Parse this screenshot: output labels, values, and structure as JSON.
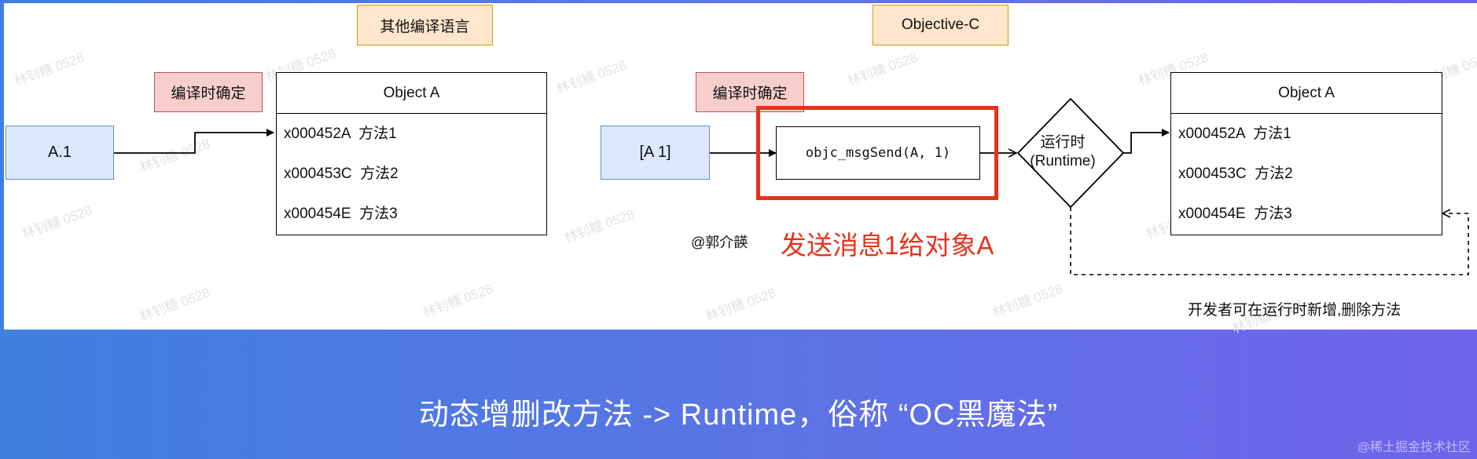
{
  "watermark": "林钊糖 0528",
  "left": {
    "header": "其他编译语言",
    "compile_tag": "编译时确定",
    "call": "A.1",
    "object_title": "Object A",
    "methods": [
      "x000452A  方法1",
      "x000453C  方法2",
      "x000454E  方法3"
    ]
  },
  "right": {
    "header": "Objective-C",
    "compile_tag": "编译时确定",
    "call": "[A 1]",
    "msg_send": "objc_msgSend(A, 1)",
    "runtime_label_line1": "运行时",
    "runtime_label_line2": "(Runtime)",
    "object_title": "Object A",
    "methods": [
      "x000452A  方法1",
      "x000453C  方法2",
      "x000454E  方法3"
    ],
    "author": "@郭介韺",
    "send_message_note": "发送消息1给对象A",
    "dev_note": "开发者可在运行时新增,删除方法"
  },
  "caption": "动态增删改方法 -> Runtime，俗称 “OC黑魔法”",
  "corner_credit": "@稀土掘金技术社区",
  "colors": {
    "header_fill": "#ffe6cc",
    "header_border": "#d79b00",
    "tag_fill": "#f8cecc",
    "tag_border": "#b85450",
    "call_fill": "#dae8fc",
    "call_border": "#6c8ebf",
    "highlight_red": "#e6331c",
    "note_red": "#e6331c",
    "banner_gradient": [
      "#3f7fe0",
      "#6f63ec"
    ]
  }
}
